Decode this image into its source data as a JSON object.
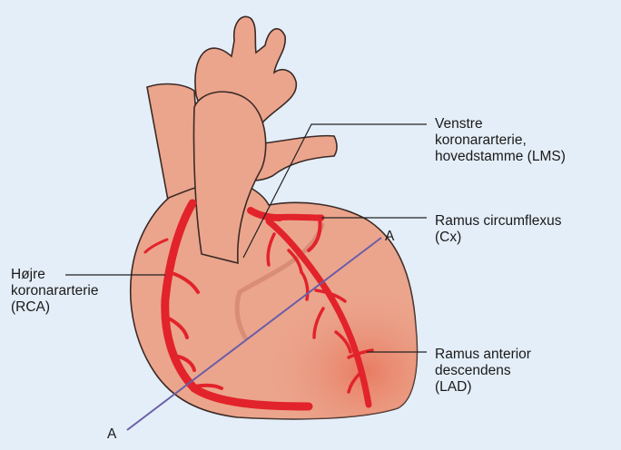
{
  "colors": {
    "background": "#e4eef8",
    "heart_tissue": "#eba58c",
    "heart_outline": "#3b2a26",
    "coronary_artery": "#e2232b",
    "section_line": "#6a5ea8",
    "leader_line": "#222222"
  },
  "labels": {
    "lms": [
      "Venstre",
      "koronararterie,",
      "hovedstamme (LMS)"
    ],
    "cx": [
      "Ramus circumflexus",
      "(Cx)"
    ],
    "rca": [
      "Højre",
      "koronararterie",
      "(RCA)"
    ],
    "lad": [
      "Ramus anterior",
      "descendens",
      "(LAD)"
    ]
  },
  "section_axis": {
    "top_label": "A",
    "bottom_label": "A"
  }
}
